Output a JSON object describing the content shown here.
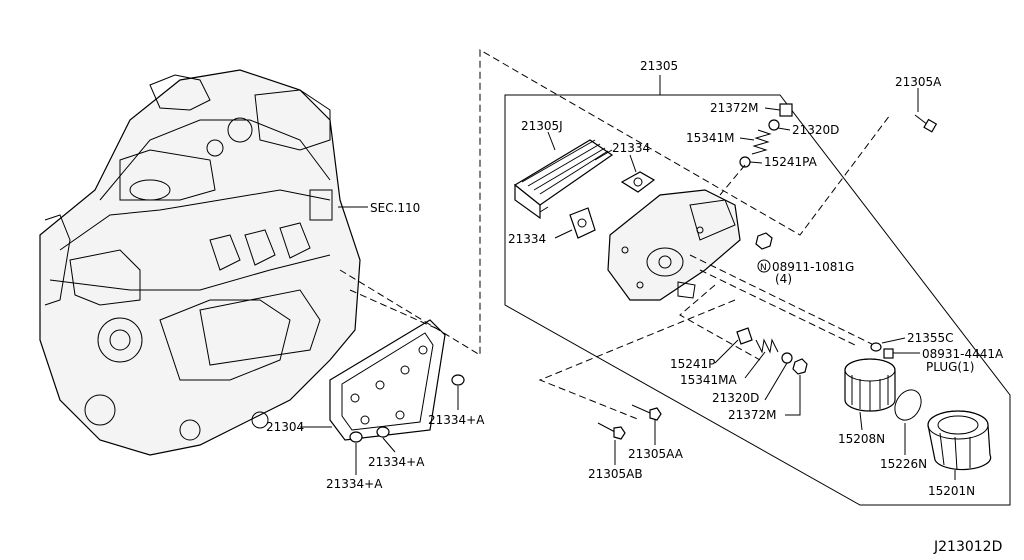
{
  "diagram": {
    "labels": {
      "l_21305": "21305",
      "l_21305A": "21305A",
      "l_21372M_top": "21372M",
      "l_21320D_top": "21320D",
      "l_15341M": "15341M",
      "l_15241PA": "15241PA",
      "l_21305J": "21305J",
      "l_21334_top": "21334",
      "l_21334_left": "21334",
      "l_sec110": "SEC.110",
      "l_08911": "08911-1081G",
      "l_08911_qty": "(4)",
      "l_21355C": "21355C",
      "l_08931": "08931-4441A",
      "l_plug": "PLUG(1)",
      "l_15241P": "15241P",
      "l_15341MA": "15341MA",
      "l_21320D_bot": "21320D",
      "l_21372M_bot": "21372M",
      "l_21304": "21304",
      "l_21334A_1": "21334+A",
      "l_21334A_2": "21334+A",
      "l_21334A_3": "21334+A",
      "l_21305AA": "21305AA",
      "l_21305AB": "21305AB",
      "l_15208N": "15208N",
      "l_15226N": "15226N",
      "l_15201N": "15201N",
      "l_code": "J213012D",
      "n_mark": "N"
    }
  }
}
